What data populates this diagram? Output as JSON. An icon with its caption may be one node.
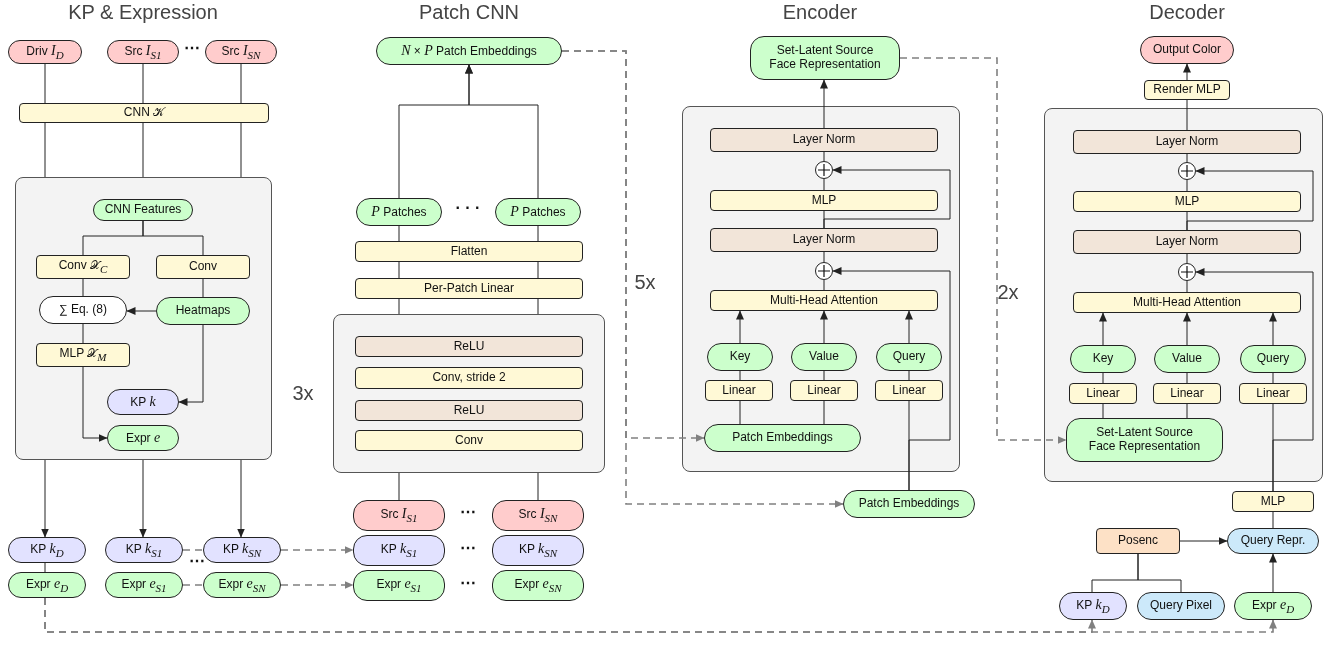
{
  "diagram": {
    "nodes": [
      {
        "text": [
          "Driv *I*$_{D}$"
        ]
      },
      {
        "text": [
          "Src *I*$_{S1}$"
        ]
      },
      {
        "text": [
          "Src *I*$_{SN}$"
        ]
      },
      {
        "text": [
          "CNN 𝒦"
        ]
      },
      {
        "text": [],
        "shape": "box"
      },
      {
        "text": [
          "CNN Features"
        ],
        "in": 4
      },
      {
        "text": [
          "Conv 𝒳$_{C}$"
        ],
        "in": 4
      },
      {
        "text": [
          "Conv"
        ],
        "in": 4
      },
      {
        "text": [
          "∑ Eq. (8)"
        ],
        "in": 4
      },
      {
        "text": [
          "Heatmaps"
        ],
        "in": 4
      },
      {
        "text": [
          "MLP 𝒳$_{M}$"
        ],
        "in": 4
      },
      {
        "text": [
          "KP *k*"
        ],
        "in": 4
      },
      {
        "text": [
          "Expr *e*"
        ],
        "in": 4
      },
      {
        "text": [
          "KP *k*$_{D}$"
        ]
      },
      {
        "text": [
          "Expr *e*$_{D}$"
        ]
      },
      {
        "text": [
          "KP *k*$_{S1}$"
        ]
      },
      {
        "text": [
          "Expr *e*$_{S1}$"
        ]
      },
      {
        "text": [
          "KP *k*$_{SN}$"
        ]
      },
      {
        "text": [
          "Expr *e*$_{SN}$"
        ]
      },
      {
        "text": [
          "*N* × *P* Patch Embeddings"
        ]
      },
      {
        "text": [
          "*P* Patches"
        ]
      },
      {
        "text": [
          "*P* Patches"
        ]
      },
      {
        "text": [
          "Flatten"
        ]
      },
      {
        "text": [
          "Per-Patch Linear"
        ]
      },
      {
        "text": [],
        "shape": "box"
      },
      {
        "text": [
          "ReLU"
        ],
        "in": 24
      },
      {
        "text": [
          "Conv, stride 2"
        ],
        "in": 24
      },
      {
        "text": [
          "ReLU"
        ],
        "in": 24
      },
      {
        "text": [
          "Conv"
        ],
        "in": 24
      },
      {
        "text": [
          "Src *I*$_{S1}$"
        ]
      },
      {
        "text": [
          "Src *I*$_{SN}$"
        ]
      },
      {
        "text": [
          "KP *k*$_{S1}$"
        ]
      },
      {
        "text": [
          "KP *k*$_{SN}$"
        ]
      },
      {
        "text": [
          "Expr *e*$_{S1}$"
        ]
      },
      {
        "text": [
          "Expr *e*$_{SN}$"
        ]
      },
      {
        "text": [
          "Set-Latent Source Face Representation"
        ]
      },
      {
        "text": [],
        "shape": "box"
      },
      {
        "text": [
          "Layer Norm"
        ],
        "in": 36
      },
      {
        "text": [],
        "shape": "circle",
        "in": 36
      },
      {
        "text": [
          "MLP"
        ],
        "in": 36
      },
      {
        "text": [
          "Layer Norm"
        ],
        "in": 36
      },
      {
        "text": [],
        "shape": "circle",
        "in": 36
      },
      {
        "text": [
          "Multi-Head Attention"
        ],
        "in": 36
      },
      {
        "text": [
          "Key"
        ],
        "in": 36
      },
      {
        "text": [
          "Value"
        ],
        "in": 36
      },
      {
        "text": [
          "Query"
        ],
        "in": 36
      },
      {
        "text": [
          "Linear"
        ],
        "in": 36
      },
      {
        "text": [
          "Linear"
        ],
        "in": 36
      },
      {
        "text": [
          "Linear"
        ],
        "in": 36
      },
      {
        "text": [
          "Patch Embeddings"
        ],
        "in": 36
      },
      {
        "text": [
          "Patch Embeddings"
        ]
      },
      {
        "text": [
          "Output Color"
        ]
      },
      {
        "text": [
          "Render MLP"
        ]
      },
      {
        "text": [],
        "shape": "box"
      },
      {
        "text": [
          "Layer Norm"
        ],
        "in": 53
      },
      {
        "text": [],
        "shape": "circle",
        "in": 53
      },
      {
        "text": [
          "MLP"
        ],
        "in": 53
      },
      {
        "text": [
          "Layer Norm"
        ],
        "in": 53
      },
      {
        "text": [],
        "shape": "circle",
        "in": 53
      },
      {
        "text": [
          "Multi-Head Attention"
        ],
        "in": 53
      },
      {
        "text": [
          "Key"
        ],
        "in": 53
      },
      {
        "text": [
          "Value"
        ],
        "in": 53
      },
      {
        "text": [
          "Query"
        ],
        "in": 53
      },
      {
        "text": [
          "Linear"
        ],
        "in": 53
      },
      {
        "text": [
          "Linear"
        ],
        "in": 53
      },
      {
        "text": [
          "Linear"
        ],
        "in": 53
      },
      {
        "text": [
          "Set-Latent Source Face Representation"
        ],
        "in": 53
      },
      {
        "text": [
          "MLP"
        ]
      },
      {
        "text": [
          "Posenc"
        ]
      },
      {
        "text": [
          "Query Repr."
        ]
      },
      {
        "text": [
          "KP *k*$_{D}$"
        ]
      },
      {
        "text": [
          "Query Pixel"
        ]
      },
      {
        "text": [
          "Expr *e*$_{D}$"
        ]
      }
    ],
    "edges": [
      {
        "from": 0,
        "to": 3,
        "arrow": "none"
      },
      {
        "from": 1,
        "to": 3,
        "arrow": "none"
      },
      {
        "from": 2,
        "to": 3,
        "arrow": "none"
      },
      {
        "from": 3,
        "to": 4,
        "arrow": "none"
      },
      {
        "from": 3,
        "to": 4,
        "arrow": "none"
      },
      {
        "from": 3,
        "to": 4,
        "arrow": "none"
      },
      {
        "from": 5,
        "to": 6,
        "arrow": "none"
      },
      {
        "from": 5,
        "to": 7,
        "arrow": "none"
      },
      {
        "from": 6,
        "to": 8,
        "arrow": "none"
      },
      {
        "from": 7,
        "to": 9,
        "arrow": "none"
      },
      {
        "from": 9,
        "to": 8,
        "arrow": "to"
      },
      {
        "from": 8,
        "to": 10,
        "arrow": "none"
      },
      {
        "from": 10,
        "to": 12,
        "arrow": "to"
      },
      {
        "from": 9,
        "to": 11,
        "arrow": "to"
      },
      {
        "from": 4,
        "to": 13,
        "arrow": "to"
      },
      {
        "from": 4,
        "to": 15,
        "arrow": "to"
      },
      {
        "from": 4,
        "to": 17,
        "arrow": "to"
      },
      {
        "from": 13,
        "to": 14,
        "arrow": "none"
      },
      {
        "from": 15,
        "to": 17,
        "arrow": "none",
        "style": "dashed",
        "color": "#808080"
      },
      {
        "from": 16,
        "to": 18,
        "arrow": "none",
        "style": "dashed",
        "color": "#808080"
      },
      {
        "from": 17,
        "to": 31,
        "arrow": "to",
        "style": "dashed",
        "color": "#808080"
      },
      {
        "from": 18,
        "to": 33,
        "arrow": "to",
        "style": "dashed",
        "color": "#808080"
      },
      {
        "from": 14,
        "to": 70,
        "arrow": "to",
        "style": "dashed",
        "color": "#808080"
      },
      {
        "from": 14,
        "to": 72,
        "arrow": "to",
        "style": "dashed",
        "color": "#808080"
      },
      {
        "from": 29,
        "to": 24,
        "arrow": "none"
      },
      {
        "from": 30,
        "to": 24,
        "arrow": "none"
      },
      {
        "from": 24,
        "to": 23,
        "arrow": "none"
      },
      {
        "from": 24,
        "to": 23,
        "arrow": "none"
      },
      {
        "from": 23,
        "to": 22,
        "arrow": "none"
      },
      {
        "from": 23,
        "to": 22,
        "arrow": "none"
      },
      {
        "from": 22,
        "to": 20,
        "arrow": "none"
      },
      {
        "from": 22,
        "to": 21,
        "arrow": "none"
      },
      {
        "from": 20,
        "to": 19,
        "arrow": "to"
      },
      {
        "from": 21,
        "to": 19,
        "arrow": "to"
      },
      {
        "from": 19,
        "to": 49,
        "arrow": "to",
        "style": "dashed",
        "color": "#808080"
      },
      {
        "from": 19,
        "to": 50,
        "arrow": "to",
        "style": "dashed",
        "color": "#808080"
      },
      {
        "from": 37,
        "to": 35,
        "arrow": "to"
      },
      {
        "from": 38,
        "to": 37,
        "arrow": "none"
      },
      {
        "from": 39,
        "to": 38,
        "arrow": "none"
      },
      {
        "from": 40,
        "to": 39,
        "arrow": "none"
      },
      {
        "from": 41,
        "to": 40,
        "arrow": "none"
      },
      {
        "from": 42,
        "to": 41,
        "arrow": "none"
      },
      {
        "from": 43,
        "to": 42,
        "arrow": "to"
      },
      {
        "from": 44,
        "to": 42,
        "arrow": "to"
      },
      {
        "from": 45,
        "to": 42,
        "arrow": "to"
      },
      {
        "from": 46,
        "to": 43,
        "arrow": "none"
      },
      {
        "from": 47,
        "to": 44,
        "arrow": "none"
      },
      {
        "from": 48,
        "to": 45,
        "arrow": "none"
      },
      {
        "from": 49,
        "to": 46,
        "arrow": "none"
      },
      {
        "from": 49,
        "to": 47,
        "arrow": "none"
      },
      {
        "from": 50,
        "to": 48,
        "arrow": "none"
      },
      {
        "from": 50,
        "to": 41,
        "arrow": "to"
      },
      {
        "from": 40,
        "to": 38,
        "arrow": "to"
      },
      {
        "from": 35,
        "to": 66,
        "arrow": "to",
        "style": "dashed",
        "color": "#808080"
      },
      {
        "from": 54,
        "to": 52,
        "arrow": "none"
      },
      {
        "from": 52,
        "to": 51,
        "arrow": "to"
      },
      {
        "from": 55,
        "to": 54,
        "arrow": "none"
      },
      {
        "from": 56,
        "to": 55,
        "arrow": "none"
      },
      {
        "from": 57,
        "to": 56,
        "arrow": "none"
      },
      {
        "from": 58,
        "to": 57,
        "arrow": "none"
      },
      {
        "from": 59,
        "to": 58,
        "arrow": "none"
      },
      {
        "from": 60,
        "to": 59,
        "arrow": "to"
      },
      {
        "from": 61,
        "to": 59,
        "arrow": "to"
      },
      {
        "from": 62,
        "to": 59,
        "arrow": "to"
      },
      {
        "from": 63,
        "to": 60,
        "arrow": "none"
      },
      {
        "from": 64,
        "to": 61,
        "arrow": "none"
      },
      {
        "from": 65,
        "to": 62,
        "arrow": "none"
      },
      {
        "from": 66,
        "to": 63,
        "arrow": "none"
      },
      {
        "from": 66,
        "to": 64,
        "arrow": "none"
      },
      {
        "from": 67,
        "to": 65,
        "arrow": "none"
      },
      {
        "from": 69,
        "to": 67,
        "arrow": "none"
      },
      {
        "from": 72,
        "to": 69,
        "arrow": "to"
      },
      {
        "from": 68,
        "to": 69,
        "arrow": "to"
      },
      {
        "from": 70,
        "to": 68,
        "arrow": "none"
      },
      {
        "from": 71,
        "to": 68,
        "arrow": "none"
      },
      {
        "from": 67,
        "to": 58,
        "arrow": "to"
      },
      {
        "from": 57,
        "to": 55,
        "arrow": "to"
      }
    ],
    "labels": [
      "KP & Expression",
      "Patch CNN",
      "Encoder",
      "Decoder",
      "⋯",
      "· · ·",
      "5x",
      "2x",
      "3x",
      "⋯",
      "⋯",
      "⋯",
      "⋯"
    ]
  }
}
